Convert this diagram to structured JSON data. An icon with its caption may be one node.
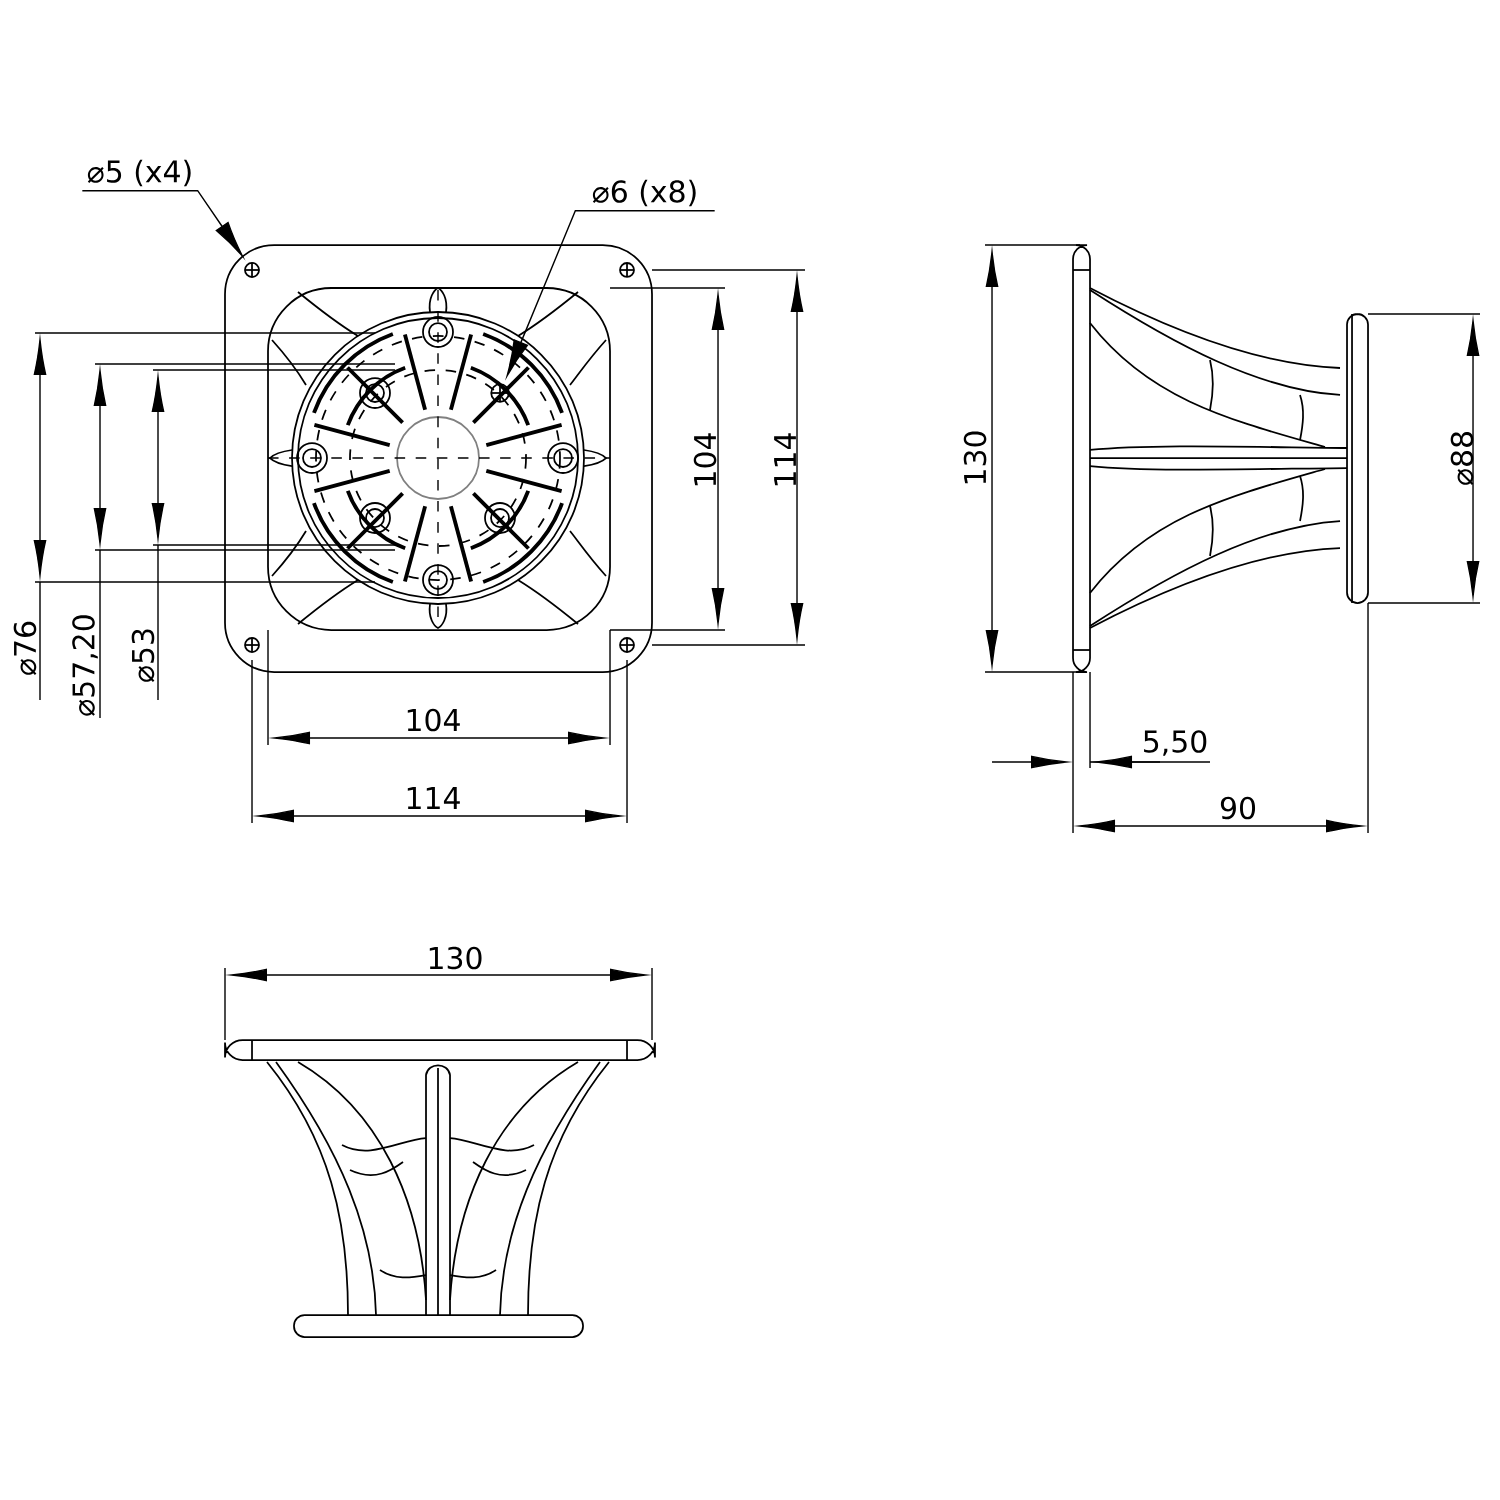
{
  "diagram": {
    "nodes": [
      {
        "text": [
          "⌀5 (x4)"
        ]
      },
      {
        "text": [],
        "shape": "circle"
      },
      {
        "text": [
          "⌀6 (x8)"
        ]
      },
      {
        "text": [],
        "shape": "circle"
      }
    ],
    "edges": [
      {
        "from": 0,
        "to": 1,
        "arrow": "to"
      },
      {
        "from": 2,
        "to": 3,
        "arrow": "to"
      }
    ],
    "labels": [
      "104",
      "114",
      "130",
      "⌀88",
      "⌀76",
      "⌀57,20",
      "⌀53",
      "104",
      "5,50",
      "114",
      "90",
      "130"
    ]
  }
}
